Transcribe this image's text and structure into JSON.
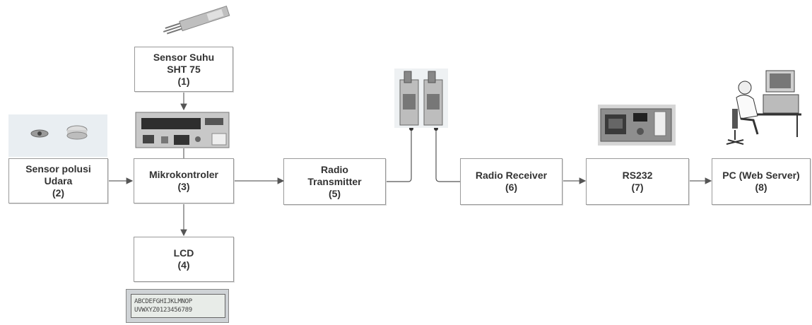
{
  "blocks": {
    "sht75": {
      "line1": "Sensor Suhu",
      "line2": "SHT 75",
      "num": "(1)"
    },
    "polusi": {
      "line1": "Sensor polusi",
      "line2": "Udara",
      "num": "(2)"
    },
    "mikro": {
      "line1": "Mikrokontroler",
      "num": "(3)"
    },
    "lcd": {
      "line1": "LCD",
      "num": "(4)"
    },
    "tx": {
      "line1": "Radio",
      "line2": "Transmitter",
      "num": "(5)"
    },
    "rx": {
      "line1": "Radio Receiver",
      "num": "(6)"
    },
    "rs232": {
      "line1": "RS232",
      "num": "(7)"
    },
    "pc": {
      "line1": "PC (Web Server)",
      "num": "(8)"
    }
  },
  "lcd_display": {
    "row1": "ABCDEFGHIJKLMNOP",
    "row2": "UVWXYZ0123456789"
  },
  "colors": {
    "box_border": "#9a9a9a",
    "arrow": "#555555",
    "text": "#333333"
  }
}
